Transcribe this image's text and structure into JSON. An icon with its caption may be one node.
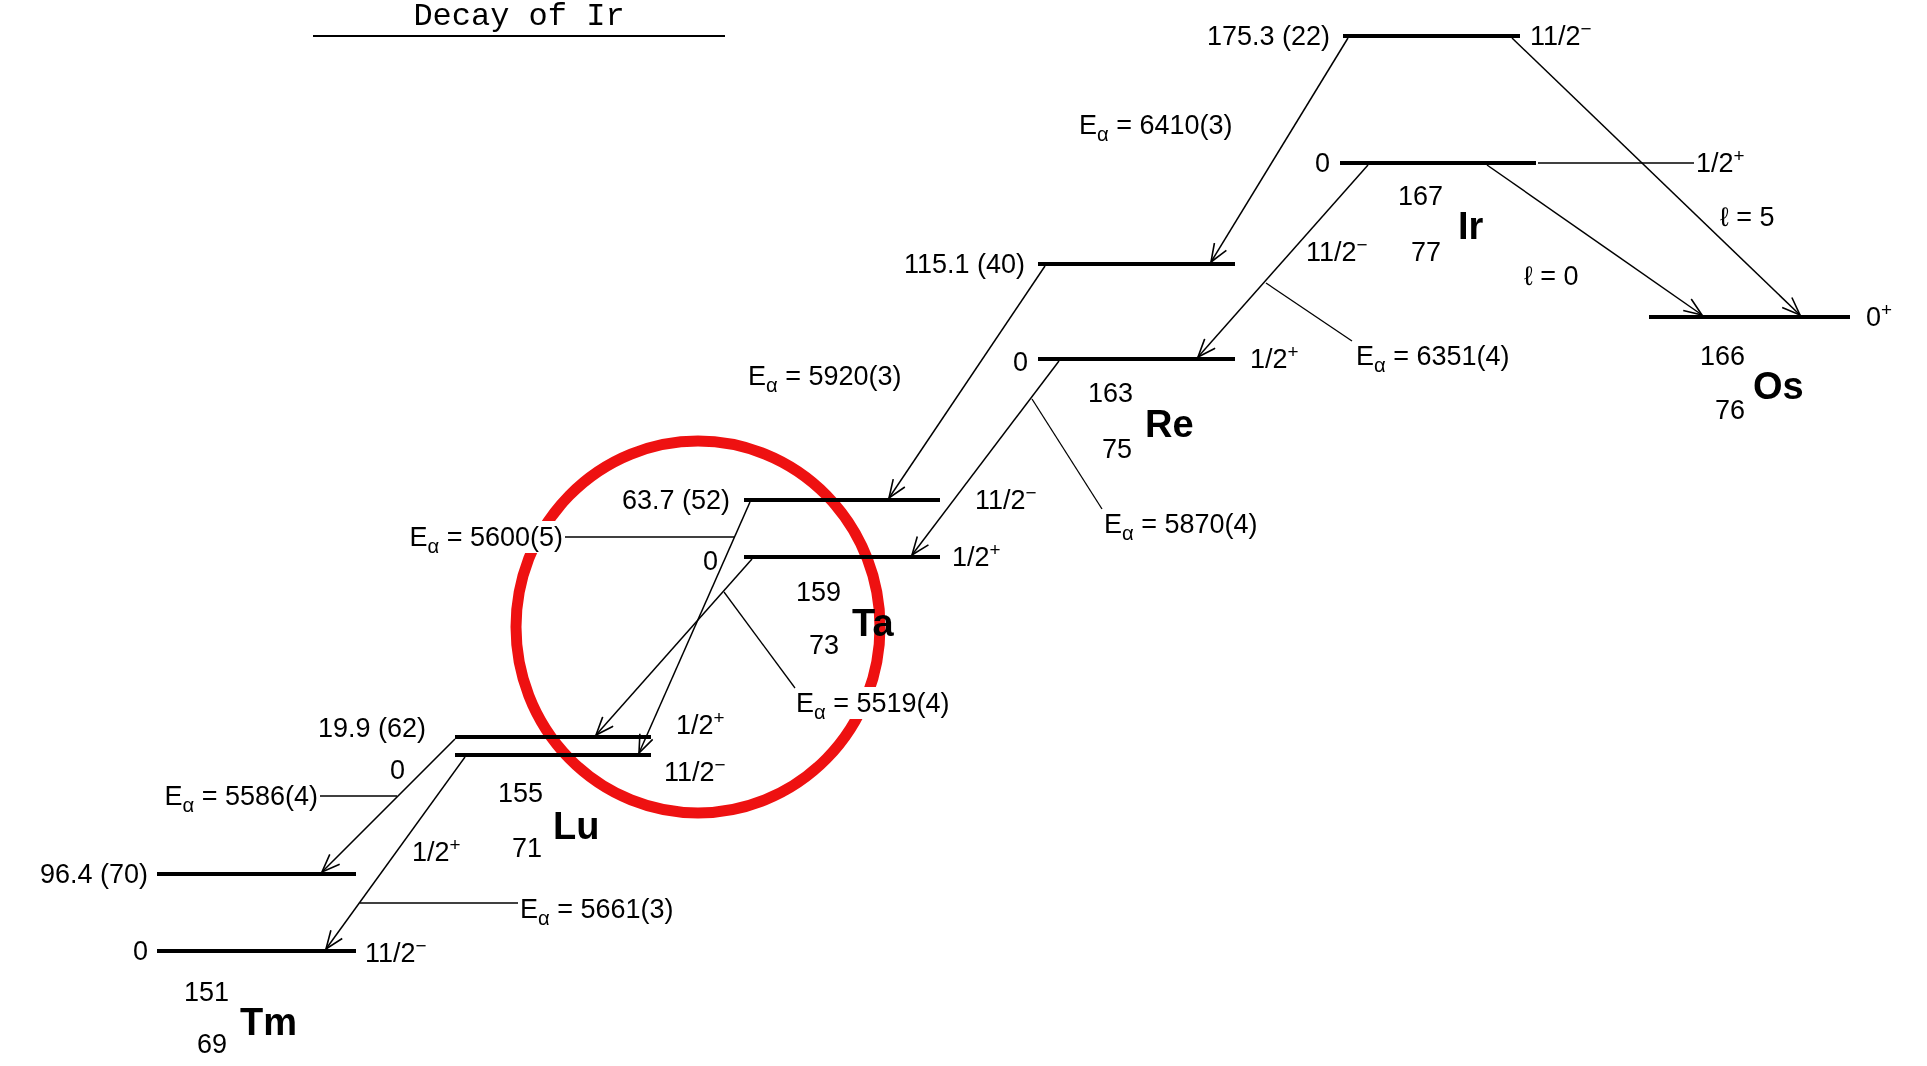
{
  "diagram": {
    "title": "Decay of Ir",
    "nodes": [
      {
        "text": [],
        "shape": "bar",
        "beside": [
          "175.3 (22)",
          "11/2$^{−}$"
        ]
      },
      {
        "text": [],
        "shape": "bar",
        "beside": [
          "0",
          "167",
          "77",
          "Ir"
        ]
      },
      {
        "text": [],
        "shape": "bar",
        "beside": [
          "0$^{+}$",
          "166",
          "76",
          "Os"
        ]
      },
      {
        "text": [],
        "shape": "bar",
        "beside": [
          "115.1 (40)",
          "11/2$^{−}$"
        ]
      },
      {
        "text": [],
        "shape": "bar",
        "beside": [
          "0",
          "1/2$^{+}$",
          "163",
          "75",
          "Re"
        ]
      },
      {
        "text": [],
        "shape": "bar",
        "beside": [
          "63.7 (52)",
          "11/2$^{−}$"
        ]
      },
      {
        "text": [],
        "shape": "bar",
        "beside": [
          "0",
          "1/2$^{+}$",
          "159",
          "73",
          "Ta"
        ]
      },
      {
        "text": [],
        "shape": "bar",
        "beside": [
          "19.9 (62)",
          "1/2$^{+}$"
        ]
      },
      {
        "text": [],
        "shape": "bar",
        "beside": [
          "0",
          "11/2$^{−}$",
          "155",
          "71",
          "Lu"
        ]
      },
      {
        "text": [],
        "shape": "bar",
        "beside": [
          "96.4 (70)",
          "1/2$^{+}$"
        ]
      },
      {
        "text": [],
        "shape": "bar",
        "beside": [
          "0",
          "11/2$^{−}$",
          "151",
          "69",
          "Tm"
        ]
      },
      {
        "text": [
          "1/2$^{+}$"
        ]
      }
    ],
    "edges": [
      {
        "from": 0,
        "to": 3,
        "arrow": "to",
        "label": "E$_{α}$ = 6410(3)"
      },
      {
        "from": 1,
        "to": 4,
        "arrow": "to",
        "label": "E$_{α}$ = 6351(4)"
      },
      {
        "from": 1,
        "to": 2,
        "arrow": "to",
        "label": "ℓ = 0"
      },
      {
        "from": 0,
        "to": 2,
        "arrow": "to",
        "label": "ℓ = 5"
      },
      {
        "from": 3,
        "to": 5,
        "arrow": "to",
        "label": "E$_{α}$ = 5920(3)"
      },
      {
        "from": 4,
        "to": 6,
        "arrow": "to",
        "label": "E$_{α}$ = 5870(4)"
      },
      {
        "from": 5,
        "to": 8,
        "arrow": "to",
        "label": "E$_{α}$ = 5600(5)"
      },
      {
        "from": 6,
        "to": 7,
        "arrow": "to",
        "label": "E$_{α}$ = 5519(4)"
      },
      {
        "from": 7,
        "to": 9,
        "arrow": "to",
        "label": "E$_{α}$ = 5586(4)"
      },
      {
        "from": 8,
        "to": 10,
        "arrow": "to",
        "label": "E$_{α}$ = 5661(3)"
      },
      {
        "from": 11,
        "to": 1,
        "arrow": "none"
      }
    ]
  }
}
